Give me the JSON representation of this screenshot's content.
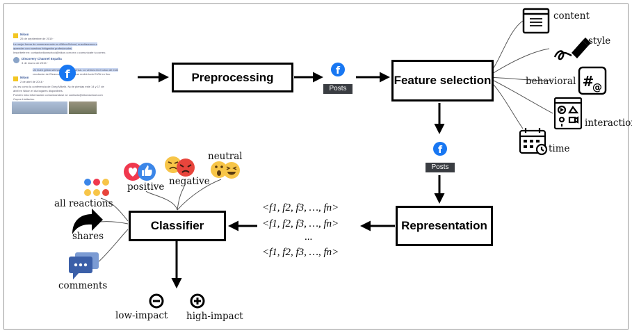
{
  "boxes": {
    "preprocessing": "Preprocessing",
    "feature_selection": "Feature selection",
    "representation": "Representation",
    "classifier": "Classifier"
  },
  "posts_label": "Posts",
  "features": {
    "content": "content",
    "style": "style",
    "behavioral": "behavioral",
    "interaction": "interaction",
    "time": "time"
  },
  "vectors": {
    "row1": "<f1, f2, f3, …, fn>",
    "row2": "<f1, f2, f3, …, fn>",
    "ellipsis": "...",
    "row3": "<f1, f2, f3, …, fn>"
  },
  "reactions": {
    "positive": "positive",
    "negative": "negative",
    "neutral": "neutral",
    "all": "all reactions",
    "shares": "shares",
    "comments": "comments"
  },
  "outputs": {
    "low": "low-impact",
    "high": "high-impact"
  },
  "screenshot_snippet": {
    "author1": "Nikon",
    "date1": "25 de septiembre de 2019 ·",
    "line1": "La mejor forma de comenzar este es #NikonSchool, enseñaremos a",
    "line2": "aprender con nuestros fotógrafos profesionales.",
    "line3": "Inscríbete en: contactonikonschool@nikon.com.mx o comunícate tu correo.",
    "author2": "Discovery Channel España",
    "date2": "3 de marzo de 2015 ·",
    "line4": "Un buen gesto siempre es recompensa. Lo vemos en el caso de este",
    "line5": "recolector de Eleanore Lupe, que tras recibir todo EUW en fino",
    "author3": "Nikon",
    "date3": "2 de abril de 2016 ·",
    "line6": "Así es como la conferencia de Greg Mikelb. No te pierdas este 14 y 17 de",
    "line7": "abril en Nikon el día lugares disponibles.",
    "line8": "Pueden más información comunicándose al: contacto@nikonschool.com",
    "line9": "Cupos Limitados."
  },
  "colors": {
    "facebook_blue": "#1877f2",
    "posts_tag": "#3a3d42",
    "comments_blue": "#3b5fa8"
  }
}
